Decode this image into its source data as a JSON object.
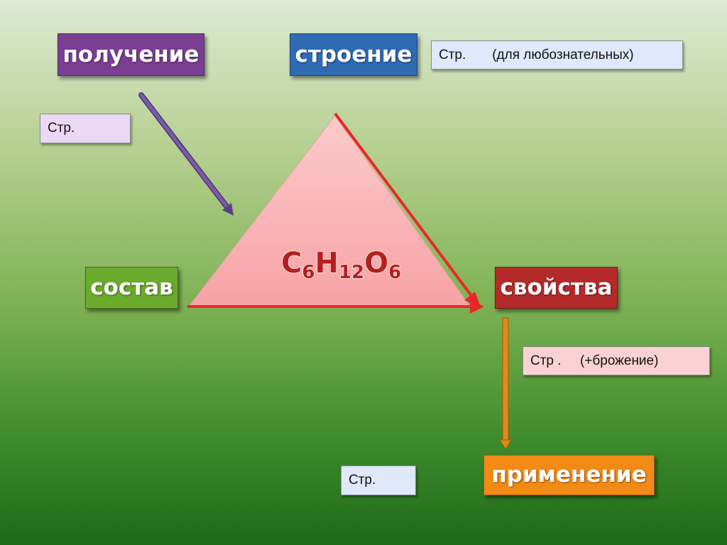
{
  "labels": {
    "poluchenie": {
      "text": "получение",
      "color": "#7a3f93"
    },
    "stroenie": {
      "text": "строение",
      "color": "#2f6bb2"
    },
    "sostav": {
      "text": "состав",
      "color": "#6aaa2c"
    },
    "svoistva": {
      "text": "свойства",
      "color": "#b42a2a"
    },
    "primenenie": {
      "text": "применение",
      "color": "#f28a16"
    }
  },
  "notes": {
    "stroenie_note": {
      "text": "Стр.       (для любознательных)",
      "color": "#dfe9fb"
    },
    "poluchenie_note": {
      "text": "Стр.",
      "color": "#ead8f4"
    },
    "svoistva_note": {
      "text": "Стр .     (+брожение)",
      "color": "#fbd2d4"
    },
    "primenenie_note": {
      "text": "Стр.",
      "color": "#dfe9fb"
    }
  },
  "formula": {
    "parts": [
      {
        "el": "C",
        "sub": "6"
      },
      {
        "el": "H",
        "sub": "12"
      },
      {
        "el": "O",
        "sub": "6"
      }
    ],
    "color": "#b41f1f"
  },
  "arrows": {
    "poluchenie_arrow_color": "#6b4a9c",
    "primenenie_arrow_color": "#e08a1c",
    "triangle_edge_color": "#e92727",
    "triangle_fill": "#f9b4b4"
  }
}
